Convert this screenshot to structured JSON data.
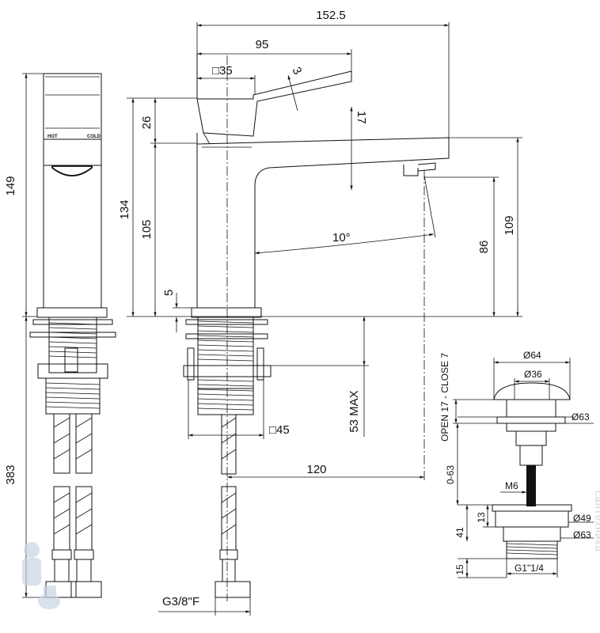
{
  "dimensions": {
    "total_length": "152.5",
    "lever_length": "95",
    "lever_square": "□35",
    "lever_thickness": "3",
    "spout_thickness": "17",
    "top_height": "26",
    "height_under_lever": "134",
    "body_height": "105",
    "side_height": "149",
    "base_thickness": "5",
    "spout_angle": "10°",
    "outlet_height": "86",
    "spout_height": "109",
    "max_deck": "53 MAX",
    "base_square": "□45",
    "reach": "120",
    "hose_length": "383",
    "connection": "G3/8\"F"
  },
  "labels": {
    "hot": "HOT",
    "cold": "COLD"
  },
  "waste": {
    "cap_diameter": "Ø64",
    "button_diameter": "Ø36",
    "flange_diameter": "Ø63",
    "stroke": "OPEN 17 - CLOSE 7",
    "range": "0-63",
    "rod": "M6",
    "lower_height": "41",
    "flange_height": "13",
    "body_diameter": "Ø49",
    "lower_flange_diameter": "Ø63",
    "thread": "G1\"1/4",
    "thread_length": "15"
  },
  "watermark": {
    "text": "сантехника"
  },
  "colors": {
    "line": "#111111",
    "watermark": "#c9d4e6"
  }
}
